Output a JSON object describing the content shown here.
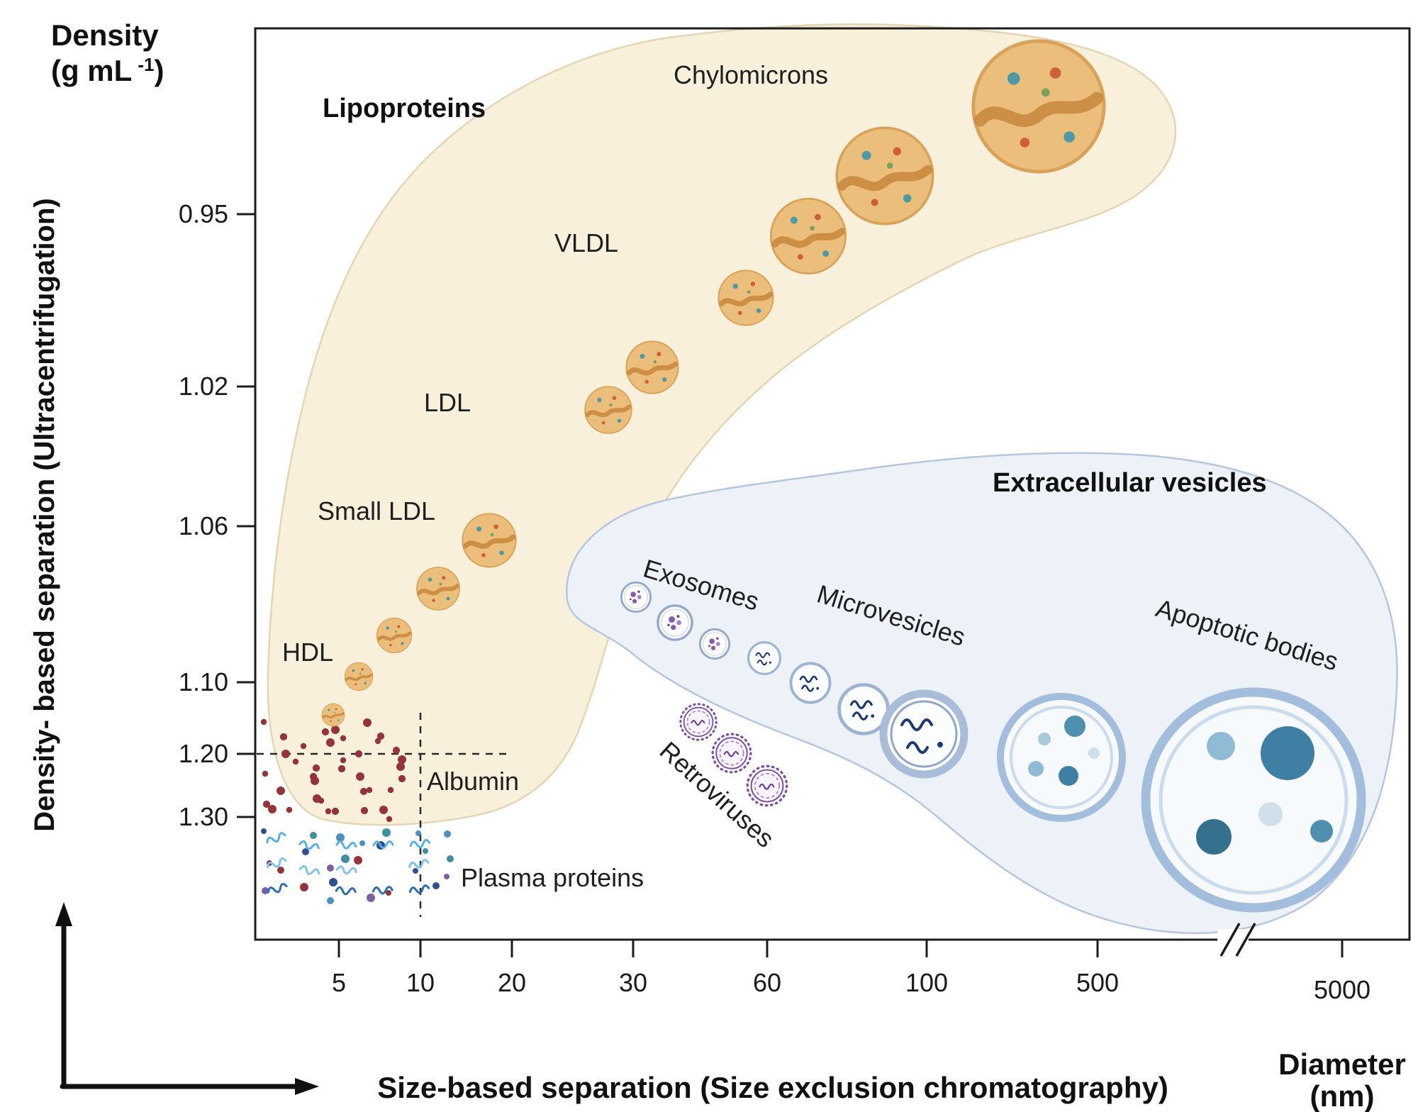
{
  "axes": {
    "y": {
      "title": "Density",
      "unit_prefix": "(g mL",
      "unit_sup": "-1",
      "unit_suffix": ")",
      "method_label": "Density- based separation (Ultracentrifugation)",
      "ticks": [
        "0.95",
        "1.02",
        "1.06",
        "1.10",
        "1.20",
        "1.30"
      ]
    },
    "x": {
      "method_label": "Size-based separation (Size exclusion chromatography)",
      "diameter_title": "Diameter",
      "diameter_unit": "(nm)",
      "ticks": [
        "5",
        "10",
        "20",
        "30",
        "60",
        "100",
        "500",
        "5000"
      ]
    }
  },
  "regions": {
    "lipoproteins_label": "Lipoproteins",
    "extracellular_vesicles_label": "Extracellular vesicles"
  },
  "labels": {
    "chylomicrons": "Chylomicrons",
    "vldl": "VLDL",
    "ldl": "LDL",
    "small_ldl": "Small LDL",
    "hdl": "HDL",
    "exosomes": "Exosomes",
    "microvesicles": "Microvesicles",
    "apoptotic_bodies": "Apoptotic bodies",
    "retroviruses": "Retroviruses",
    "albumin": "Albumin",
    "plasma_proteins": "Plasma proteins"
  },
  "colors": {
    "lipoprotein_region_fill": "#f9f0dc",
    "lipoprotein_region_stroke": "#e4d6b4",
    "ev_region_fill": "#edf1f8",
    "ev_region_stroke": "#b7c6e0",
    "lipoprotein_particle": "#ecbe7b",
    "lipoprotein_band": "#c98a3f",
    "vesicle_ring": "#9db3d4",
    "vesicle_content_navy": "#1d3a70",
    "exosome_content_purple": "#8a5aab",
    "retrovirus_purple": "#7b4fa3",
    "apoptotic_body_blue": "#3f7fa3",
    "albumin_dot": "#96333a"
  }
}
